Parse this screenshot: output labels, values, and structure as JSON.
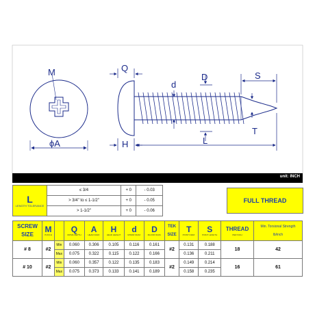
{
  "drawing": {
    "labels": {
      "M": "M",
      "phiA": "ϕA",
      "Q": "Q",
      "H": "H",
      "d": "d",
      "D": "D",
      "L": "L",
      "S": "S",
      "T": "T"
    },
    "unit": "unit: INCH"
  },
  "tolerance": {
    "header": "L",
    "header_sub": "LENGTH TOLERANCE",
    "rows": [
      {
        "range": "≤ 3/4",
        "plus": "+ 0",
        "minus": "- 0.03"
      },
      {
        "range": "> 3/4\" to ≤ 1-1/2\"",
        "plus": "+ 0",
        "minus": "- 0.05"
      },
      {
        "range": "> 1-1/2\"",
        "plus": "+ 0",
        "minus": "- 0.06"
      }
    ]
  },
  "thread_type": "FULL THREAD",
  "spec": {
    "headers": {
      "screw": "SCREW",
      "size": "SIZE",
      "M": "M",
      "M_sub": "PUNCH",
      "Q": "Q",
      "Q_sub": "DRIVE DEPTH",
      "A": "A",
      "A_sub": "HEAD DIAM.",
      "H": "H",
      "H_sub": "HEAD HEIGHT",
      "d": "d",
      "d_sub": "MINOR DIAM.",
      "D": "D",
      "D_sub": "MAJOR DIAM.",
      "tek1": "TEK",
      "tek2": "SIZE",
      "T": "T",
      "T_sub": "POINT DIAM.",
      "S": "S",
      "S_sub": "POINT LENGTH",
      "thread": "THREAD",
      "thread_sub": "PER INCH",
      "torsion": "Min. Torsional Strength",
      "torsion_unit": "lb/inch"
    },
    "rows": [
      {
        "size": "# 8",
        "punch": "#2",
        "tek": "#2",
        "thread": "18",
        "torsion": "42",
        "min": {
          "label": "Min",
          "Q": "0.060",
          "A": "0.306",
          "H": "0.105",
          "d": "0.116",
          "D": "0.161",
          "T": "0.131",
          "S": "0.188"
        },
        "max": {
          "label": "Max",
          "Q": "0.075",
          "A": "0.322",
          "H": "0.115",
          "d": "0.122",
          "D": "0.166",
          "T": "0.136",
          "S": "0.211"
        }
      },
      {
        "size": "# 10",
        "punch": "#2",
        "tek": "#2",
        "thread": "16",
        "torsion": "61",
        "min": {
          "label": "Min",
          "Q": "0.060",
          "A": "0.357",
          "H": "0.122",
          "d": "0.135",
          "D": "0.183",
          "T": "0.149",
          "S": "0.214"
        },
        "max": {
          "label": "Max",
          "Q": "0.075",
          "A": "0.373",
          "H": "0.133",
          "d": "0.141",
          "D": "0.189",
          "T": "0.158",
          "S": "0.235"
        }
      }
    ]
  },
  "colors": {
    "highlight": "#ffff00",
    "label_blue": "#1a3fa8",
    "line": "#1a2a8a"
  }
}
